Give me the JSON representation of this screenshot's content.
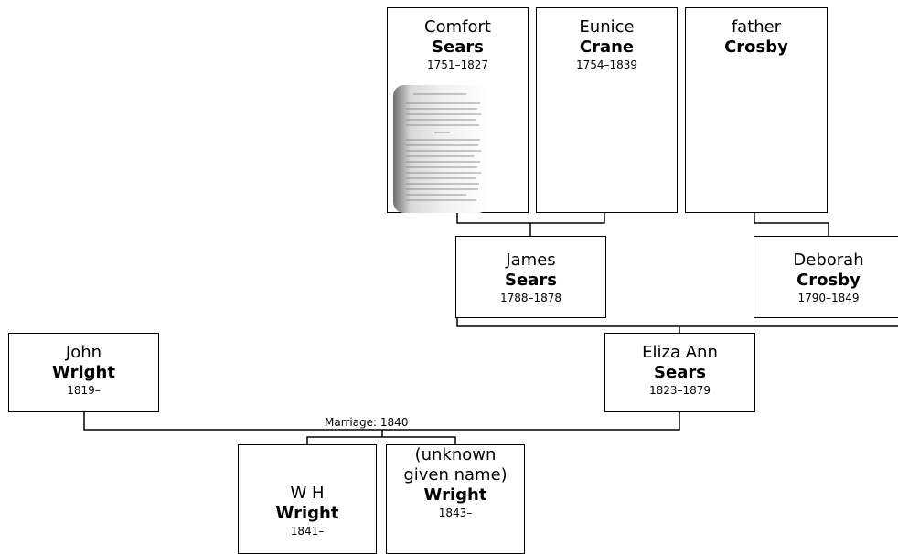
{
  "tree": {
    "people": {
      "comfort": {
        "given": "Comfort",
        "surname": "Sears",
        "dates": "1751–1827",
        "photo": "scanned-document-page"
      },
      "eunice": {
        "given": "Eunice",
        "surname": "Crane",
        "dates": "1754–1839"
      },
      "father": {
        "given": "father",
        "surname": "Crosby",
        "dates": ""
      },
      "james": {
        "given": "James",
        "surname": "Sears",
        "dates": "1788–1878"
      },
      "deborah": {
        "given": "Deborah",
        "surname": "Crosby",
        "dates": "1790–1849"
      },
      "eliza": {
        "given": "Eliza Ann",
        "surname": "Sears",
        "dates": "1823–1879"
      },
      "john": {
        "given": "John",
        "surname": "Wright",
        "dates": "1819–"
      },
      "wh": {
        "given": "W H",
        "surname": "Wright",
        "dates": "1841–"
      },
      "unknown": {
        "given_line1": "(unknown",
        "given_line2": "given name)",
        "surname": "Wright",
        "dates": "1843–"
      }
    },
    "marriage_label": "Marriage: 1840"
  }
}
